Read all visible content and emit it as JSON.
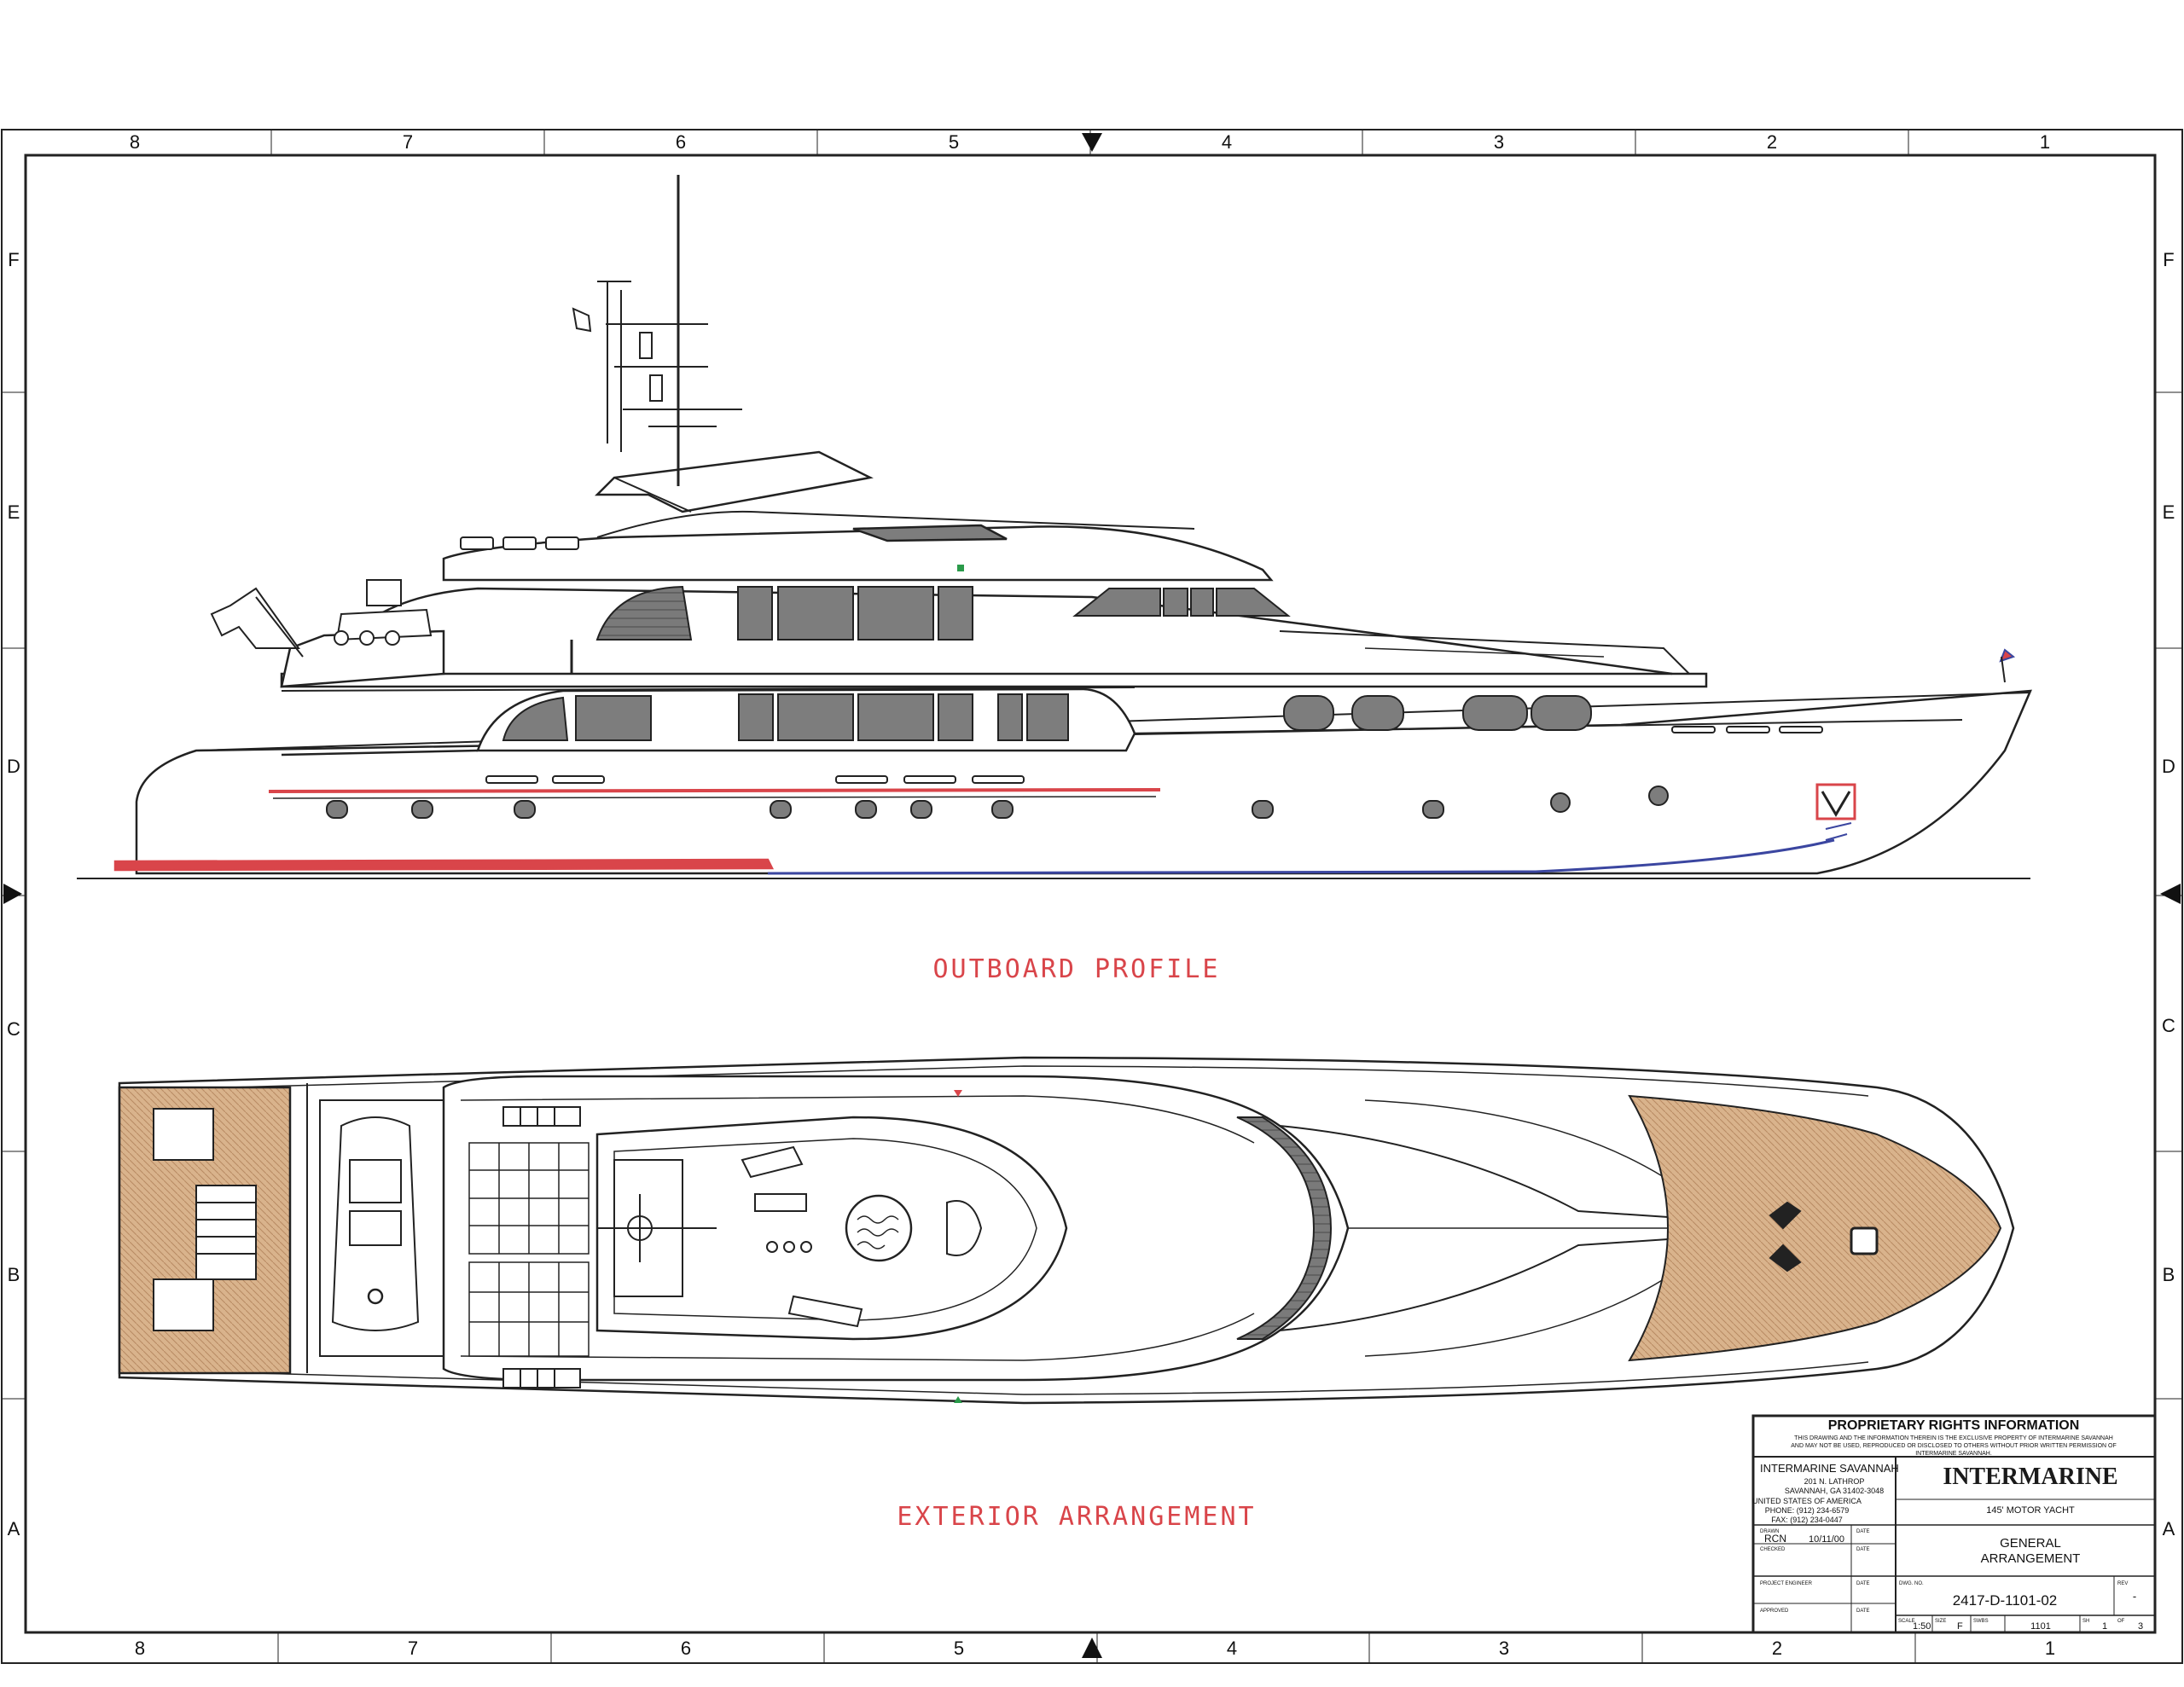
{
  "border": {
    "top_columns": [
      "8",
      "7",
      "6",
      "5",
      "4",
      "3",
      "2",
      "1"
    ],
    "bottom_columns": [
      "8",
      "7",
      "6",
      "5",
      "4",
      "3",
      "2",
      "1"
    ],
    "rows": [
      "F",
      "E",
      "D",
      "C",
      "B",
      "A"
    ]
  },
  "views": {
    "profile_label": "OUTBOARD PROFILE",
    "plan_label": "EXTERIOR ARRANGEMENT"
  },
  "title_block": {
    "proprietary_title": "PROPRIETARY RIGHTS INFORMATION",
    "proprietary_text_1": "THIS DRAWING AND THE INFORMATION THEREIN IS THE EXCLUSIVE PROPERTY OF INTERMARINE SAVANNAH",
    "proprietary_text_2": "AND MAY NOT BE USED, REPRODUCED OR DISCLOSED TO OTHERS WITHOUT PRIOR WRITTEN PERMISSION OF",
    "proprietary_text_3": "INTERMARINE SAVANNAH.",
    "company": "INTERMARINE SAVANNAH",
    "address_1": "201 N. LATHROP",
    "address_2": "SAVANNAH, GA 31402-3048",
    "address_3": "UNITED STATES OF AMERICA",
    "phone": "PHONE: (912) 234-6579",
    "fax": "FAX: (912) 234-0447",
    "drawn_label": "DRAWN",
    "date_label": "DATE",
    "drawn_by": "RCN",
    "drawn_date": "10/11/00",
    "checked_label": "CHECKED",
    "project_engineer_label": "PROJECT ENGINEER",
    "approved_label": "APPROVED",
    "logo_text": "INTERMARINE",
    "vessel": "145' MOTOR YACHT",
    "drawing_title_1": "GENERAL",
    "drawing_title_2": "ARRANGEMENT",
    "dwg_no_label": "DWG. NO.",
    "rev_label": "REV",
    "drawing_number": "2417-D-1101-02",
    "rev_value": "-",
    "scale_label": "SCALE",
    "scale": "1:50",
    "size_label": "SIZE",
    "size": "F",
    "swbs_label": "SWBS",
    "swbs": "1101",
    "sheet_label": "SH",
    "sheet_of": "OF",
    "sheet": "1",
    "sheets_total": "3"
  }
}
